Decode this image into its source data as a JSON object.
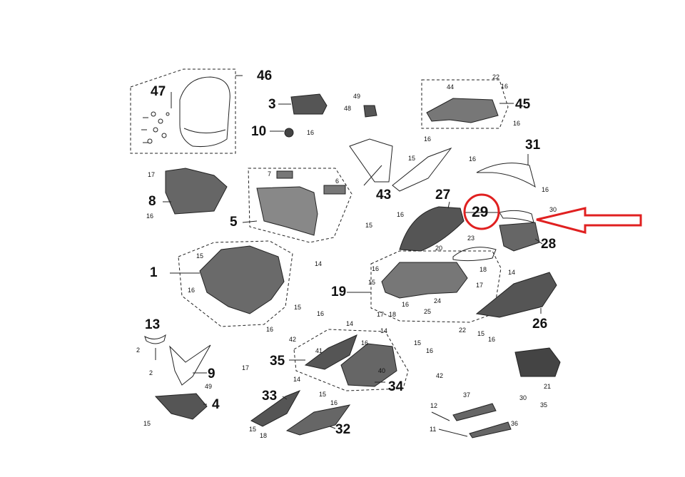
{
  "diagram": {
    "highlight_color": "#e02020",
    "highlighted_part": "29",
    "labels": {
      "p46": "46",
      "p47": "47",
      "p3": "3",
      "p49a": "49",
      "p48": "48",
      "p10": "10",
      "p16a": "16",
      "p22": "22",
      "p16b": "16",
      "p44": "44",
      "p45": "45",
      "p16c": "16",
      "p16d": "16",
      "p15a": "15",
      "p43": "43",
      "p31": "31",
      "p16e": "16",
      "p16f": "16",
      "p7": "7",
      "p6": "6",
      "p17a": "17",
      "p8": "8",
      "p16g": "16",
      "p5": "5",
      "p14a": "14",
      "p27": "27",
      "p29": "29",
      "p30a": "30",
      "p28": "28",
      "p16h": "16",
      "p15b": "15",
      "p20": "20",
      "p23": "23",
      "p1": "1",
      "p15c": "15",
      "p16i": "16",
      "p15d": "15",
      "p16j": "16",
      "p16k": "16",
      "p18a": "18",
      "p14b": "14",
      "p19": "19",
      "p15e": "15",
      "p17b": "17",
      "p24": "24",
      "p25": "25",
      "p17c": "17",
      "p18b": "18",
      "p16l": "16",
      "p26": "26",
      "p15f": "15",
      "p16m": "16",
      "p13": "13",
      "p16n": "16",
      "p14c": "14",
      "p14d": "14",
      "p22b": "22",
      "p15g": "15",
      "p16o": "16",
      "p2a": "2",
      "p42a": "42",
      "p41": "41",
      "p16p": "16",
      "p35": "35",
      "p17d": "17",
      "p2b": "2",
      "p9": "9",
      "p49b": "49",
      "p14e": "14",
      "p40": "40",
      "p42b": "42",
      "p34": "34",
      "p21": "21",
      "p4": "4",
      "p33": "33",
      "p15h": "15",
      "p16q": "16",
      "p37": "37",
      "p30b": "30",
      "p35b": "35",
      "p15i": "15",
      "p12": "12",
      "p32": "32",
      "p15j": "15",
      "p18c": "18",
      "p11": "11",
      "p36": "36"
    }
  }
}
